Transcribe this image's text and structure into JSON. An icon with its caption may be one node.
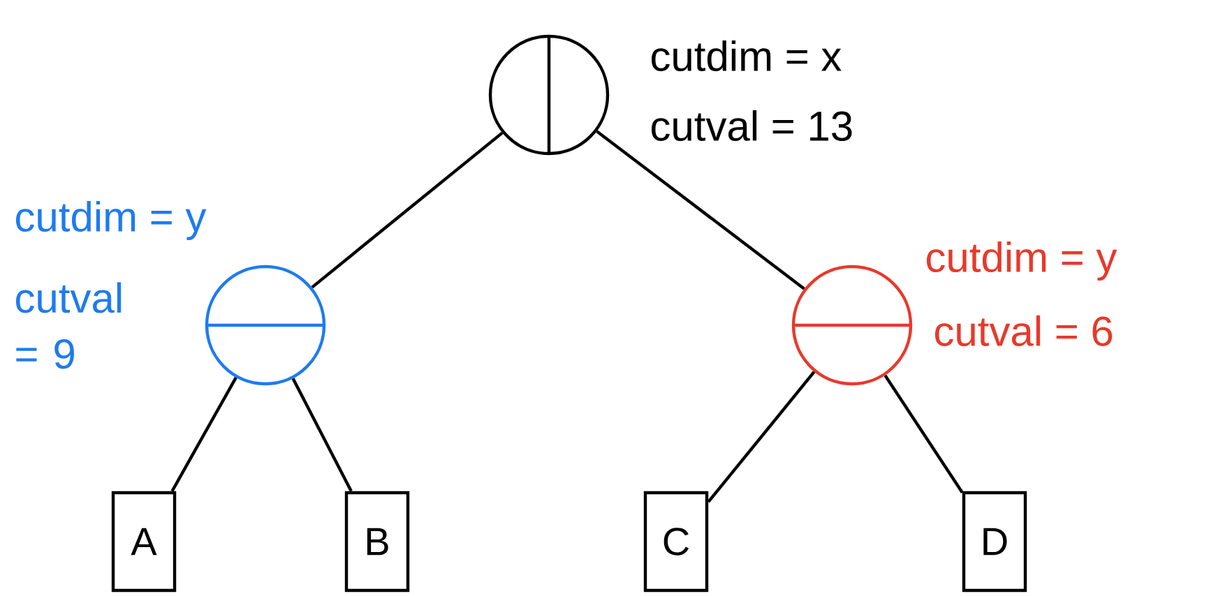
{
  "diagram": {
    "nodes": [
      {
        "text": [],
        "shape": "circle",
        "beside": [
          "cutdim = x",
          "cutval = 13"
        ]
      },
      {
        "text": [],
        "shape": "circle",
        "beside": [
          "cutdim = y",
          "cutval = 9"
        ]
      },
      {
        "text": [],
        "shape": "circle",
        "beside": [
          "cutdim = y",
          "cutval = 6"
        ]
      },
      {
        "text": [
          "A"
        ]
      },
      {
        "text": [
          "B"
        ]
      },
      {
        "text": [
          "C"
        ]
      },
      {
        "text": [
          "D"
        ]
      }
    ],
    "edges": [
      {
        "from": 0,
        "to": 1,
        "arrow": "none"
      },
      {
        "from": 0,
        "to": 2,
        "arrow": "none"
      },
      {
        "from": 1,
        "to": 3,
        "arrow": "none"
      },
      {
        "from": 1,
        "to": 4,
        "arrow": "none"
      },
      {
        "from": 2,
        "to": 5,
        "arrow": "none"
      },
      {
        "from": 2,
        "to": 6,
        "arrow": "none"
      }
    ]
  }
}
